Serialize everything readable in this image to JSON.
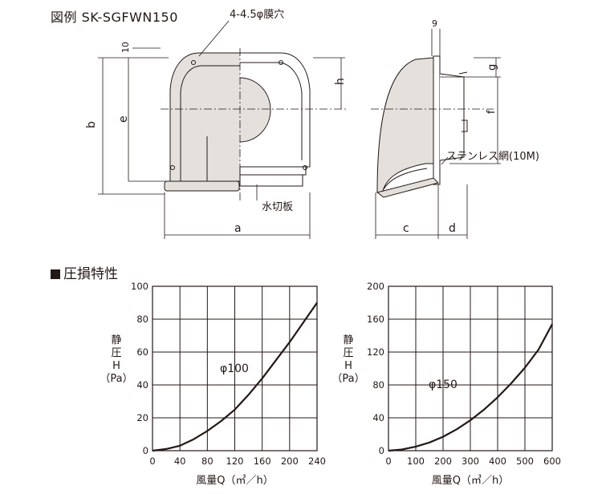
{
  "header": {
    "figure_title": "図例 SK-SGFWN150",
    "section_title": "圧損特性"
  },
  "drawing": {
    "hole_note": "4-4.5φ膜穴",
    "water_plate_label": "水切板",
    "mesh_label": "ステンレス網(10M)",
    "dims": {
      "a": "a",
      "b": "b",
      "c": "c",
      "d": "d",
      "e": "e",
      "f": "f",
      "g": "g",
      "h": "h",
      "top_offset": "10",
      "flange": "9"
    }
  },
  "chart_data": [
    {
      "type": "line",
      "xlabel": "風量Q（㎥／h）",
      "ylabel": "静圧H（Pa）",
      "ylabel_lines": [
        "静",
        "圧",
        "H",
        "（Pa）"
      ],
      "xlim": [
        0,
        240
      ],
      "ylim": [
        0,
        100
      ],
      "xticks": [
        0,
        40,
        80,
        120,
        160,
        200,
        240
      ],
      "yticks": [
        0,
        20,
        40,
        60,
        80,
        100
      ],
      "grid": true,
      "annotation": "φ100",
      "series": [
        {
          "name": "φ100",
          "x": [
            0,
            20,
            40,
            60,
            80,
            100,
            120,
            140,
            160,
            180,
            200,
            220,
            240
          ],
          "y": [
            0,
            1,
            3,
            7,
            12,
            18,
            25,
            34,
            44,
            55,
            66,
            78,
            90
          ]
        }
      ]
    },
    {
      "type": "line",
      "xlabel": "風量Q（㎥／h）",
      "ylabel": "静圧H（Pa）",
      "ylabel_lines": [
        "静",
        "圧",
        "H",
        "（Pa）"
      ],
      "xlim": [
        0,
        600
      ],
      "ylim": [
        0,
        200
      ],
      "xticks": [
        0,
        100,
        200,
        300,
        400,
        500,
        600
      ],
      "yticks": [
        0,
        40,
        80,
        120,
        160,
        200
      ],
      "grid": true,
      "annotation": "φ150",
      "series": [
        {
          "name": "φ150",
          "x": [
            0,
            50,
            100,
            150,
            200,
            250,
            300,
            350,
            400,
            450,
            500,
            550,
            600
          ],
          "y": [
            0,
            1.5,
            5,
            10,
            17,
            26,
            37,
            50,
            65,
            82,
            101,
            123,
            154
          ]
        }
      ]
    }
  ]
}
